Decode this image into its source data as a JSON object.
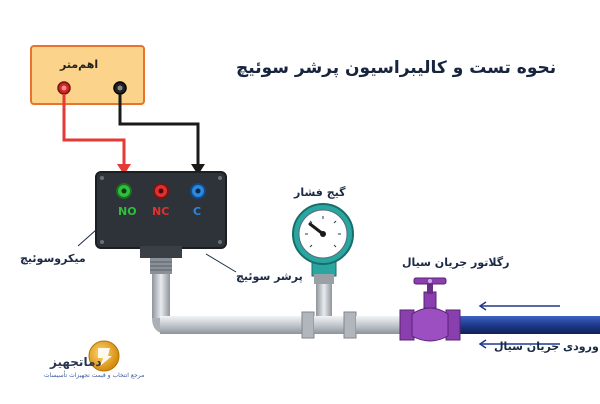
{
  "title": "نحوه تست و کالیبراسیون پرشر سوئیچ",
  "labels": {
    "ohmmeter": "اهم‌متر",
    "pressure_gauge": "گیج فشار",
    "micro_switch": "میکروسوئیچ",
    "pressure_switch": "پرشر سوئیچ",
    "flow_regulator": "رگلاتور جریان سیال",
    "fluid_inlet": "ورودی جریان سیال"
  },
  "terminals": {
    "no": "NO",
    "nc": "NC",
    "c": "C"
  },
  "brand": {
    "name": "دماتجهیز",
    "tagline": "مرجع انتخاب و قیمت تجهیزات تأسیسات"
  },
  "colors": {
    "ohmmeter_bg": "#fbd38a",
    "ohmmeter_border": "#e8732c",
    "switch_body": "#2e333a",
    "red_wire": "#e53935",
    "black_wire": "#1a1a1a",
    "terminal_no": "#2fbf3a",
    "terminal_nc": "#e03030",
    "terminal_c": "#2a88e0",
    "pipe_steel": "#c9ced4",
    "pipe_blue": "#1e3a8a",
    "gauge_teal": "#2aa6a0",
    "valve_purple": "#8a3fae",
    "brand_gold": "#e7a91e"
  }
}
